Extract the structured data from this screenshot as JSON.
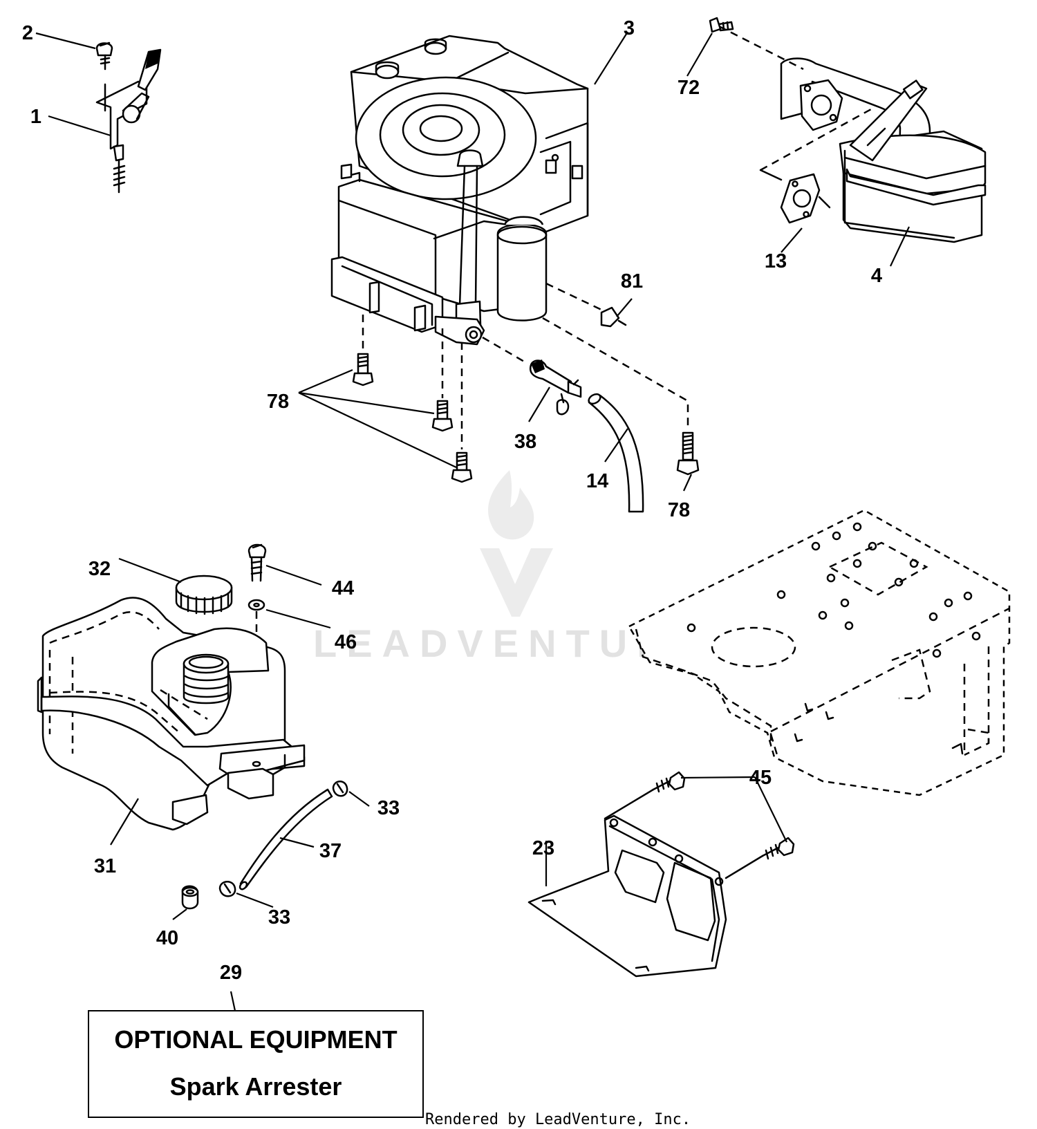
{
  "callouts": {
    "c1": "1",
    "c2": "2",
    "c3": "3",
    "c4": "4",
    "c13": "13",
    "c14": "14",
    "c23": "23",
    "c29": "29",
    "c31": "31",
    "c32": "32",
    "c33a": "33",
    "c33b": "33",
    "c37": "37",
    "c38": "38",
    "c40": "40",
    "c44": "44",
    "c45": "45",
    "c46": "46",
    "c72": "72",
    "c78a": "78",
    "c78b": "78",
    "c81": "81"
  },
  "optional_box": {
    "title": "OPTIONAL EQUIPMENT",
    "subtitle": "Spark Arrester"
  },
  "watermark": {
    "text": "LEADVENTURE"
  },
  "footer": {
    "credit": "Rendered by LeadVenture, Inc."
  }
}
